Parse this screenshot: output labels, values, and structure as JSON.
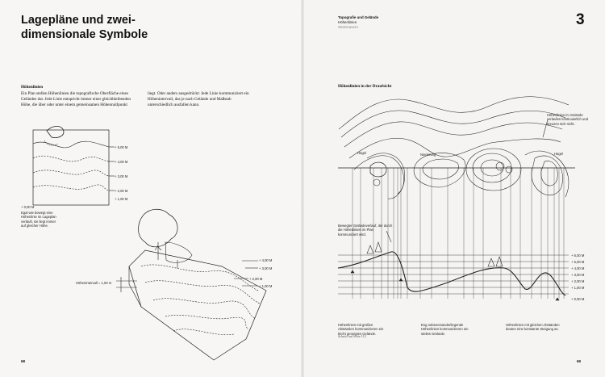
{
  "left_page": {
    "title_line1": "Lagepläne und zwei-",
    "title_line2": "dimensionale Symbole",
    "section_heading": "Höhenlinien",
    "body_col1": "Ein Plan stellen Höhenlinien die topografische Oberfläche eines Geländes dar. Jede Linie entspricht immer einer gleichbleibenden Höhe, die über oder unter einem gemeinsamen Höhennullpunkt",
    "body_col2": "liegt. Oder anders ausgedrückt: Jede Linie kommuniziert ein Höhenintervall, das je nach Gelände und Maßstab unterschiedlich ausfallen kann.",
    "plan_caption": "Egal wie bewegt eine Höhenlinie im Lageplan verläuft, sie liegt immer auf gleicher Höhe.",
    "plan_labels": [
      "+ 5,00 M",
      "+ 4,00 M",
      "+ 3,00 M",
      "+ 2,00 M",
      "+ 1,00 M",
      "+ 0,00 M"
    ],
    "iso_interval_label": "Höhenintervall = 1,00 m",
    "iso_labels": [
      "+ 4,00 M",
      "+ 3,00 M",
      "+ 2,00 M",
      "+ 1,00 M"
    ],
    "page_number": "68"
  },
  "right_page": {
    "header_title": "Topografie und Gelände",
    "header_sub1": "Höhenlinien",
    "header_sub2": "Stützmauern",
    "chapter_number": "3",
    "drawing_title": "Höhenlinien in der Draufsicht",
    "note_top_right": "Höhenlinien im Gelände verlaufen kontinuierlich und kreuzen sich nicht.",
    "label_huegel1": "Hügel",
    "label_niederung": "Niederung",
    "label_huegel2": "Hügel",
    "section_note": "Bewegter Geländeverlauf, der durch die Höhenlinien im Plan kommuniziert wird.",
    "section_labels": [
      "+ 6,00 M",
      "+ 5,00 M",
      "+ 4,00 M",
      "+ 3,00 M",
      "+ 2,00 M",
      "+ 1,00 M",
      "+ 0,00 M"
    ],
    "caption1": "Höhenlinien mit großen Abständen kommunizieren ein leicht geneigtes Gelände.",
    "caption1_ref": "Schnitt auf Seite 112",
    "caption2": "Eng nebeneinanderliegende Höhenlinien kommunizieren ein steiles Gelände.",
    "caption3": "Höhenlinien mit gleichen Abständen deuten eine konstante Steigung an.",
    "page_number": "69"
  }
}
